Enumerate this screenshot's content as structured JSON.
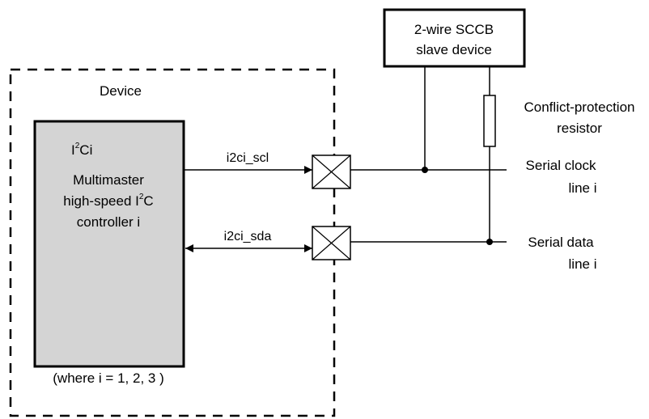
{
  "diagram": {
    "device_label": "Device",
    "controller": {
      "title_prefix": "I",
      "title_superscript": "2",
      "title_suffix": "Ci",
      "desc_line1": "Multimaster",
      "desc_line2_prefix": "high-speed I",
      "desc_line2_superscript": "2",
      "desc_line2_suffix": "C",
      "desc_line3": "controller i",
      "fill_color": "#d4d4d4"
    },
    "signals": {
      "scl_label": "i2ci_scl",
      "sda_label": "i2ci_sda"
    },
    "slave_device": {
      "line1": "2-wire SCCB",
      "line2": "slave device"
    },
    "resistor": {
      "line1": "Conflict-protection",
      "line2": "resistor"
    },
    "lines": {
      "clock_line1": "Serial clock",
      "clock_line2": "line i",
      "data_line1": "Serial data",
      "data_line2": "line i"
    },
    "note": "(where i = 1, 2, 3 )"
  }
}
